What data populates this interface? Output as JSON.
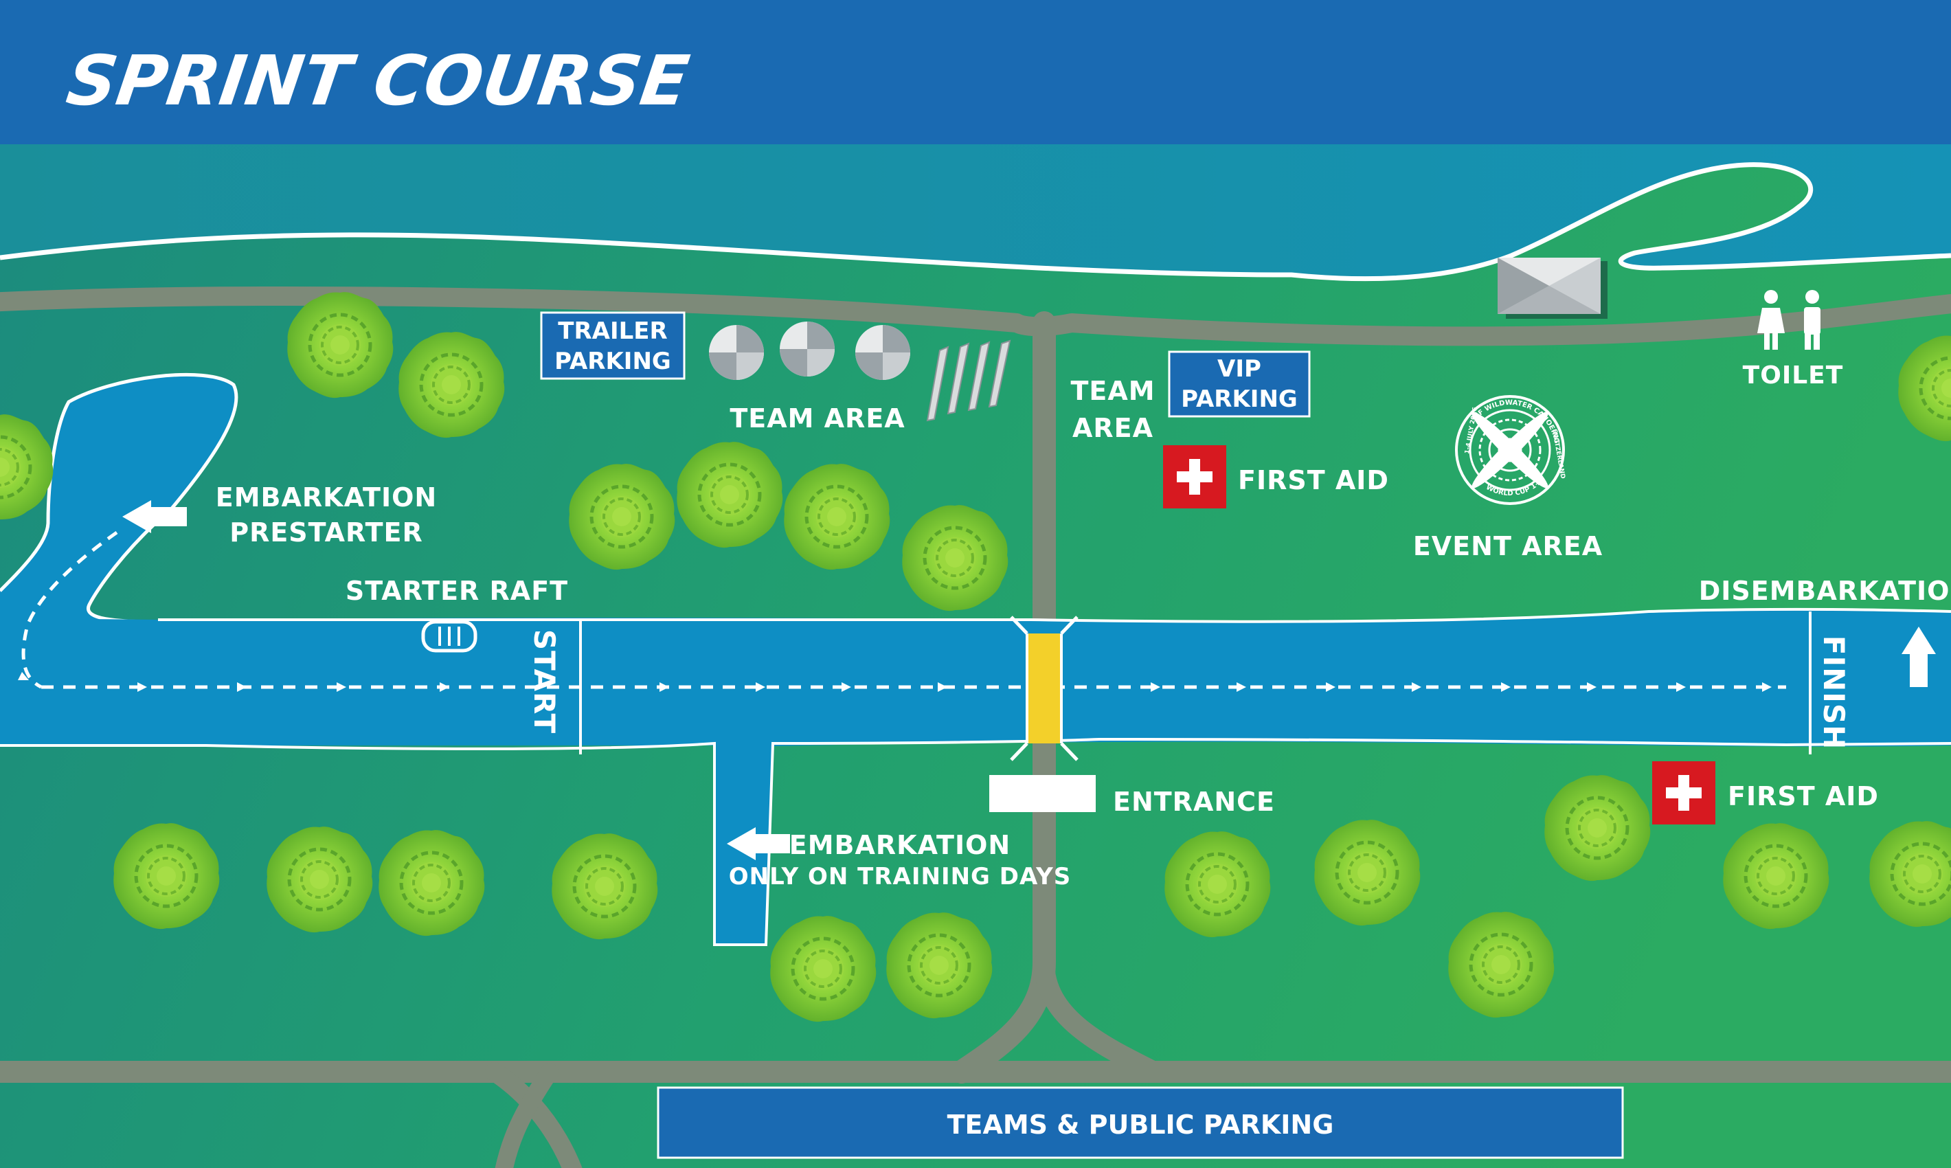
{
  "title": "SPRINT COURSE",
  "colors": {
    "header": "#1a6ab2",
    "land_left": "#1d8e80",
    "land_right": "#2aa866",
    "water": "#0e8ec4",
    "road": "#7d8a79",
    "tree": "#8ad23a",
    "first_aid": "#d71920",
    "bridge": "#f3d02a",
    "label_box": "#1a6ab2"
  },
  "labels": {
    "trailer_parking": [
      "TRAILER",
      "PARKING"
    ],
    "team_area_left": "TEAM AREA",
    "team_area_right": [
      "TEAM",
      "AREA"
    ],
    "vip_parking": [
      "VIP",
      "PARKING"
    ],
    "first_aid_top": "FIRST AID",
    "first_aid_bottom": "FIRST AID",
    "event_area": "EVENT AREA",
    "toilet": "TOILET",
    "embarkation_prestarter": [
      "EMBARKATION",
      "PRESTARTER"
    ],
    "starter_raft": "STARTER RAFT",
    "start": "START",
    "finish": "FINISH",
    "disembarkation": "DISEMBARKATION",
    "entrance": "ENTRANCE",
    "embarkation_training": [
      "EMBARKATION",
      "ONLY ON TRAINING DAYS"
    ],
    "parking": "TEAMS & PUBLIC PARKING"
  },
  "logo": {
    "ring_top": "ICF WILDWATER CANOEING",
    "ring_left": "1-4 JULY 2026",
    "ring_right": "SWITZERLAND",
    "ring_bottom": "WORLD CUP 1+2"
  },
  "icons": [
    "first-aid-cross-icon",
    "toilet-icon",
    "raft-icon",
    "arrow-left-icon",
    "arrow-up-icon",
    "tent-icon",
    "boat-rack-icon",
    "tree-icon"
  ]
}
